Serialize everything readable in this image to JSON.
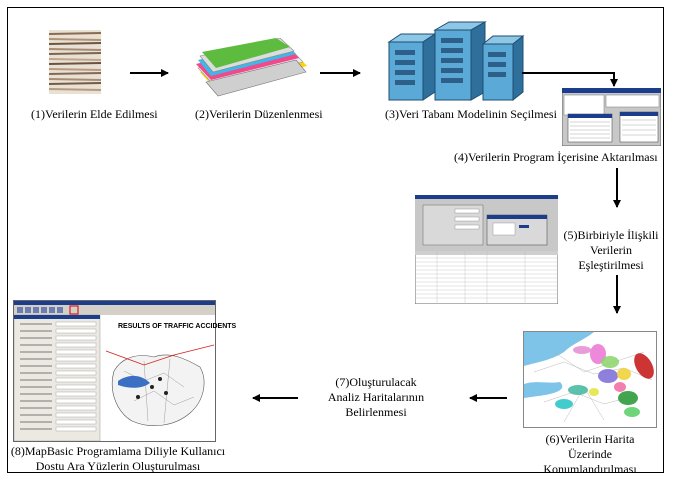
{
  "steps": [
    {
      "label": "(1)Verilerin Elde Edilmesi",
      "icon": "paper-stack-icon"
    },
    {
      "label": "(2)Verilerin Düzenlenmesi",
      "icon": "folders-icon"
    },
    {
      "label": "(3)Veri Tabanı Modelinin Seçilmesi",
      "icon": "database-servers-icon"
    },
    {
      "label": "(4)Verilerin Program İçerisine Aktarılması",
      "icon": "program-screenshot-icon"
    },
    {
      "lines": [
        "(5)Birbiriyle İlişkili",
        "Verilerin",
        "Eşleştirilmesi"
      ],
      "icon": "matching-screenshot-icon"
    },
    {
      "lines": [
        "(6)Verilerin Harita",
        "Üzerinde",
        "Konumlandırılması"
      ],
      "icon": "map-icon"
    },
    {
      "lines": [
        "(7)Oluşturulacak",
        "Analiz Haritalarının",
        "Belirlenmesi"
      ]
    },
    {
      "lines": [
        "(8)MapBasic Programlama Diliyle Kullanıcı",
        "Dostu Ara Yüzlerin Oluşturulması"
      ],
      "icon": "interface-screenshot-icon"
    }
  ],
  "screenshot_texts": {
    "map_title": "RESULTS OF TRAFFIC ACCIDENTS"
  }
}
